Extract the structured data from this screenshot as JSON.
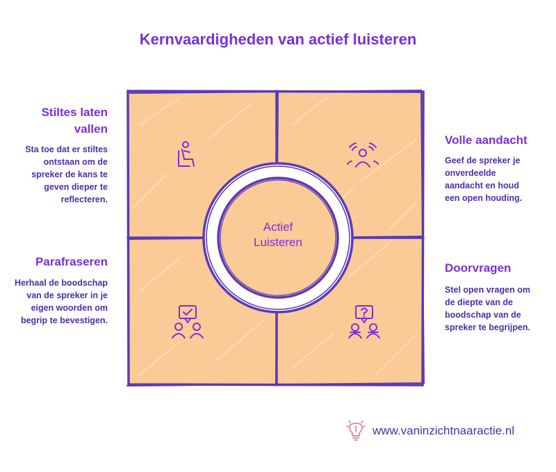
{
  "title": "Kernvaardigheden van actief luisteren",
  "center": {
    "line1": "Actief",
    "line2": "Luisteren"
  },
  "quadrants": [
    {
      "id": "stiltes",
      "heading": "Stiltes laten vallen",
      "text": "Sta toe dat er stiltes ontstaan om de spreker de kans te geven dieper te reflecteren.",
      "icon": "seated-person-icon"
    },
    {
      "id": "aandacht",
      "heading": "Volle aandacht",
      "text": "Geef de spreker je onverdeelde aandacht en houd een open houding.",
      "icon": "attention-person-icon"
    },
    {
      "id": "parafraseren",
      "heading": "Parafraseren",
      "text": "Herhaal de boodschap van de spreker in je eigen woorden om begrip te bevestigen.",
      "icon": "two-people-checkmark-icon"
    },
    {
      "id": "doorvragen",
      "heading": "Doorvragen",
      "text": "Stel open vragen om de diepte van de boodschap van de spreker te begrijpen.",
      "icon": "two-people-question-icon"
    }
  ],
  "footer": {
    "url": "www.vaninzichtnaaractie.nl",
    "icon": "lightbulb-icon"
  },
  "colors": {
    "purple": "#7b2fd8",
    "navy": "#4a30a8",
    "fill": "#fbcb97",
    "stroke": "#5a39b8",
    "footer_icon": "#d9889a"
  }
}
